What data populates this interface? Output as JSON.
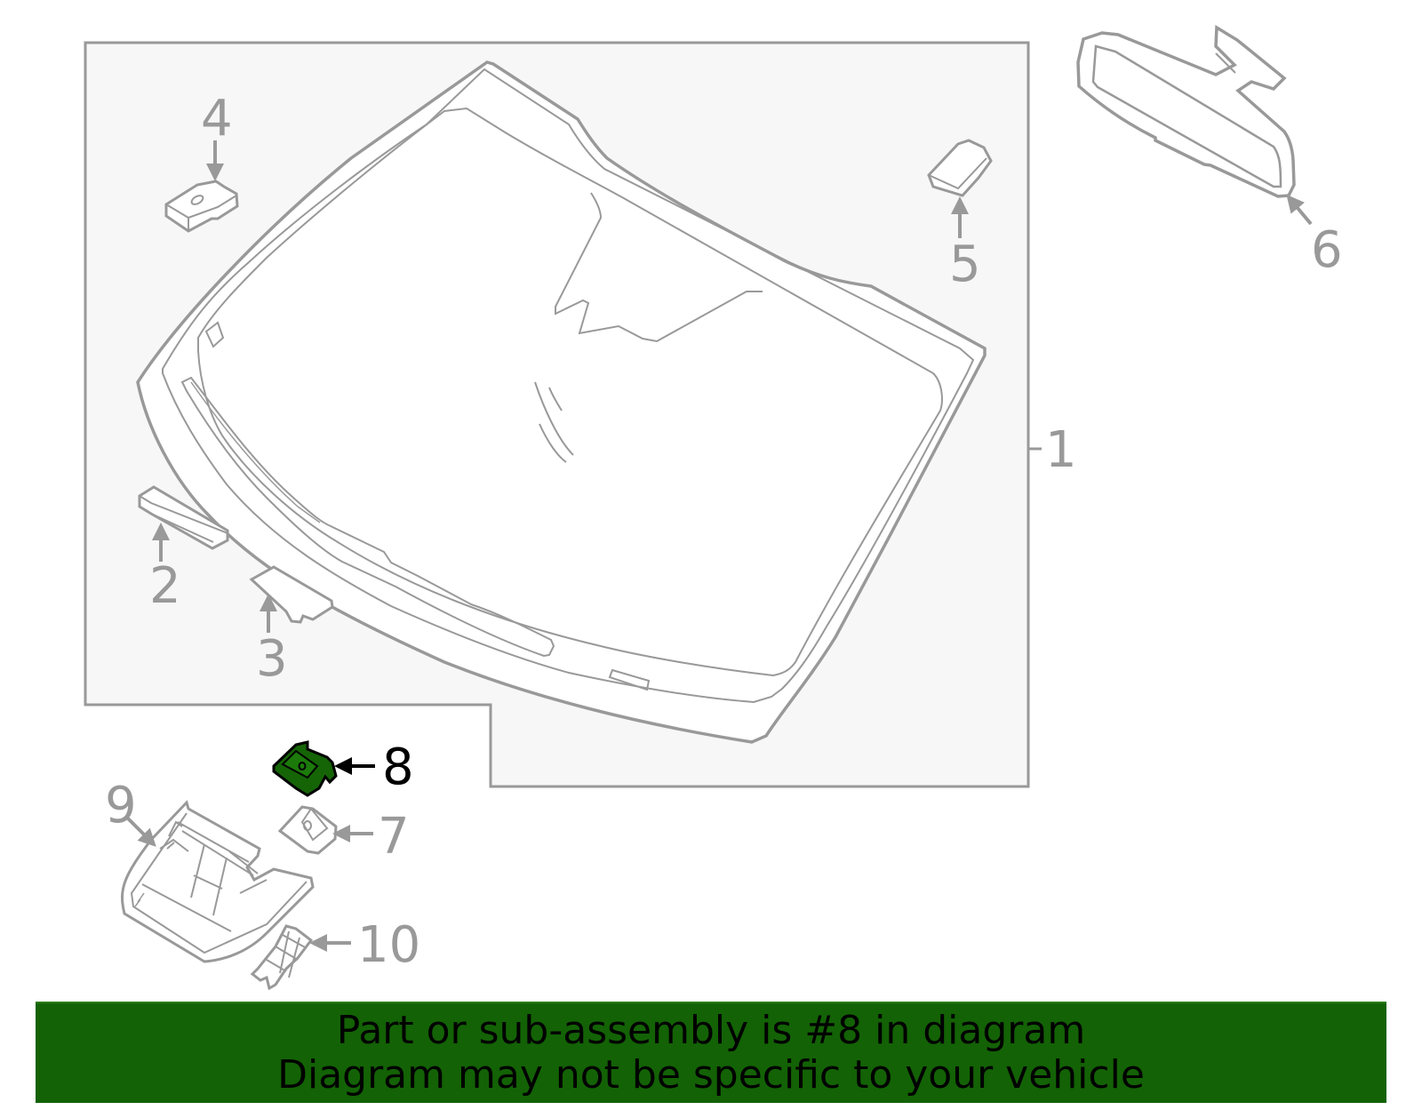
{
  "diagram": {
    "title": "Windshield assembly parts diagram",
    "highlighted_part": "8",
    "colors": {
      "line": "#999999",
      "panel_fill": "#f7f7f7",
      "glass_fill": "#ffffff",
      "highlight_fill": "#156406",
      "highlight_stroke": "#000000",
      "banner_bg": "#136205",
      "banner_text": "#000000"
    },
    "callouts": [
      {
        "id": "1",
        "label": "1",
        "part": "windshield-glass"
      },
      {
        "id": "2",
        "label": "2",
        "part": "lower-left-bracket"
      },
      {
        "id": "3",
        "label": "3",
        "part": "lower-clip"
      },
      {
        "id": "4",
        "label": "4",
        "part": "upper-left-bracket"
      },
      {
        "id": "5",
        "label": "5",
        "part": "sensor-cover"
      },
      {
        "id": "6",
        "label": "6",
        "part": "rear-view-mirror"
      },
      {
        "id": "7",
        "label": "7",
        "part": "mirror-mount"
      },
      {
        "id": "8",
        "label": "8",
        "part": "bracket-highlighted"
      },
      {
        "id": "9",
        "label": "9",
        "part": "overhead-console-cover"
      },
      {
        "id": "10",
        "label": "10",
        "part": "cover-clip"
      }
    ]
  },
  "banner": {
    "line1": "Part or sub-assembly is #8 in diagram",
    "line2": "Diagram may not be specific to your vehicle"
  }
}
